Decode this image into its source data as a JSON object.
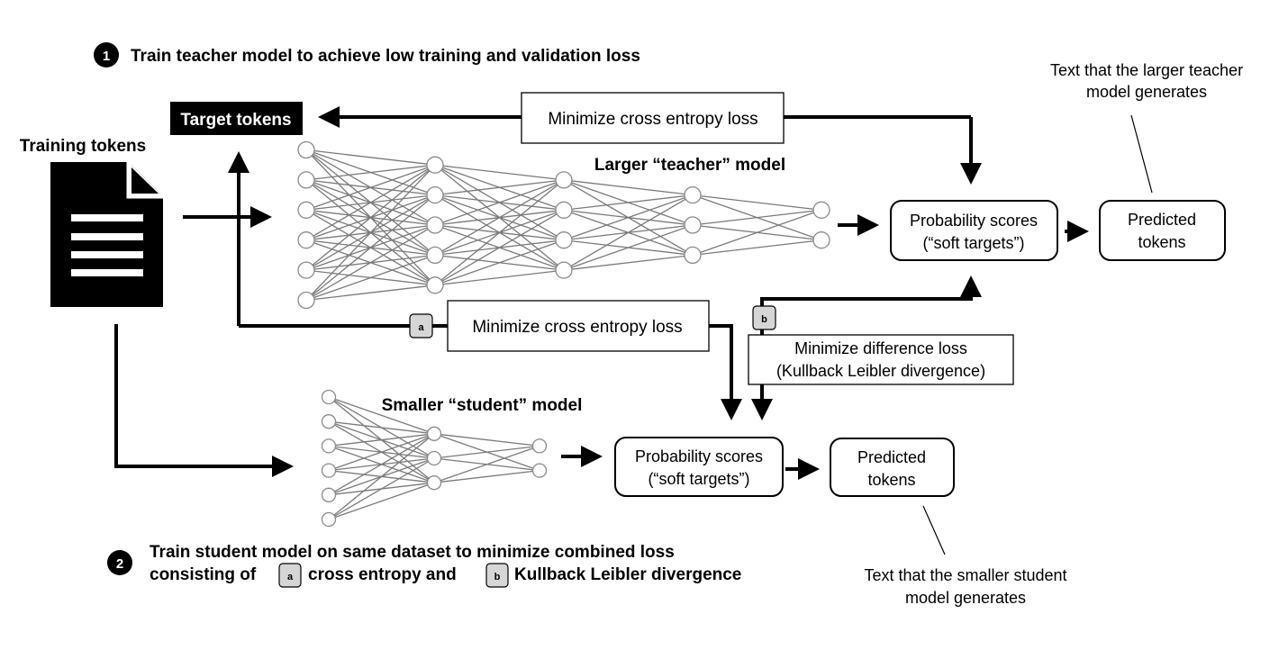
{
  "step1": {
    "number": "1",
    "text": "Train teacher model to achieve low training and validation loss"
  },
  "step2": {
    "number": "2",
    "line1": "Train student model on same dataset to minimize combined loss",
    "line2_prefix": "consisting of",
    "badge_a": "a",
    "line2_mid": "cross entropy and",
    "badge_b": "b",
    "line2_suffix": "Kullback Leibler divergence"
  },
  "training_tokens": {
    "label": "Training tokens",
    "icon": "document-icon"
  },
  "target_tokens": {
    "label": "Target tokens"
  },
  "teacher": {
    "label": "Larger “teacher” model",
    "layers": [
      6,
      5,
      4,
      3,
      2
    ],
    "loss_box": "Minimize cross entropy loss",
    "prob_line1": "Probability scores",
    "prob_line2": "(“soft targets”)",
    "pred_line1": "Predicted",
    "pred_line2": "tokens",
    "annotation_line1": "Text that the larger teacher",
    "annotation_line2": "model generates"
  },
  "student": {
    "label": "Smaller “student” model",
    "layers": [
      6,
      3,
      2
    ],
    "ce_badge": "a",
    "ce_box": "Minimize cross entropy loss",
    "kl_badge": "b",
    "kl_line1": "Minimize difference loss",
    "kl_line2": "(Kullback Leibler divergence)",
    "prob_line1": "Probability scores",
    "prob_line2": "(“soft targets”)",
    "pred_line1": "Predicted",
    "pred_line2": "tokens",
    "annotation_line1": "Text that the smaller student",
    "annotation_line2": "model generates"
  }
}
